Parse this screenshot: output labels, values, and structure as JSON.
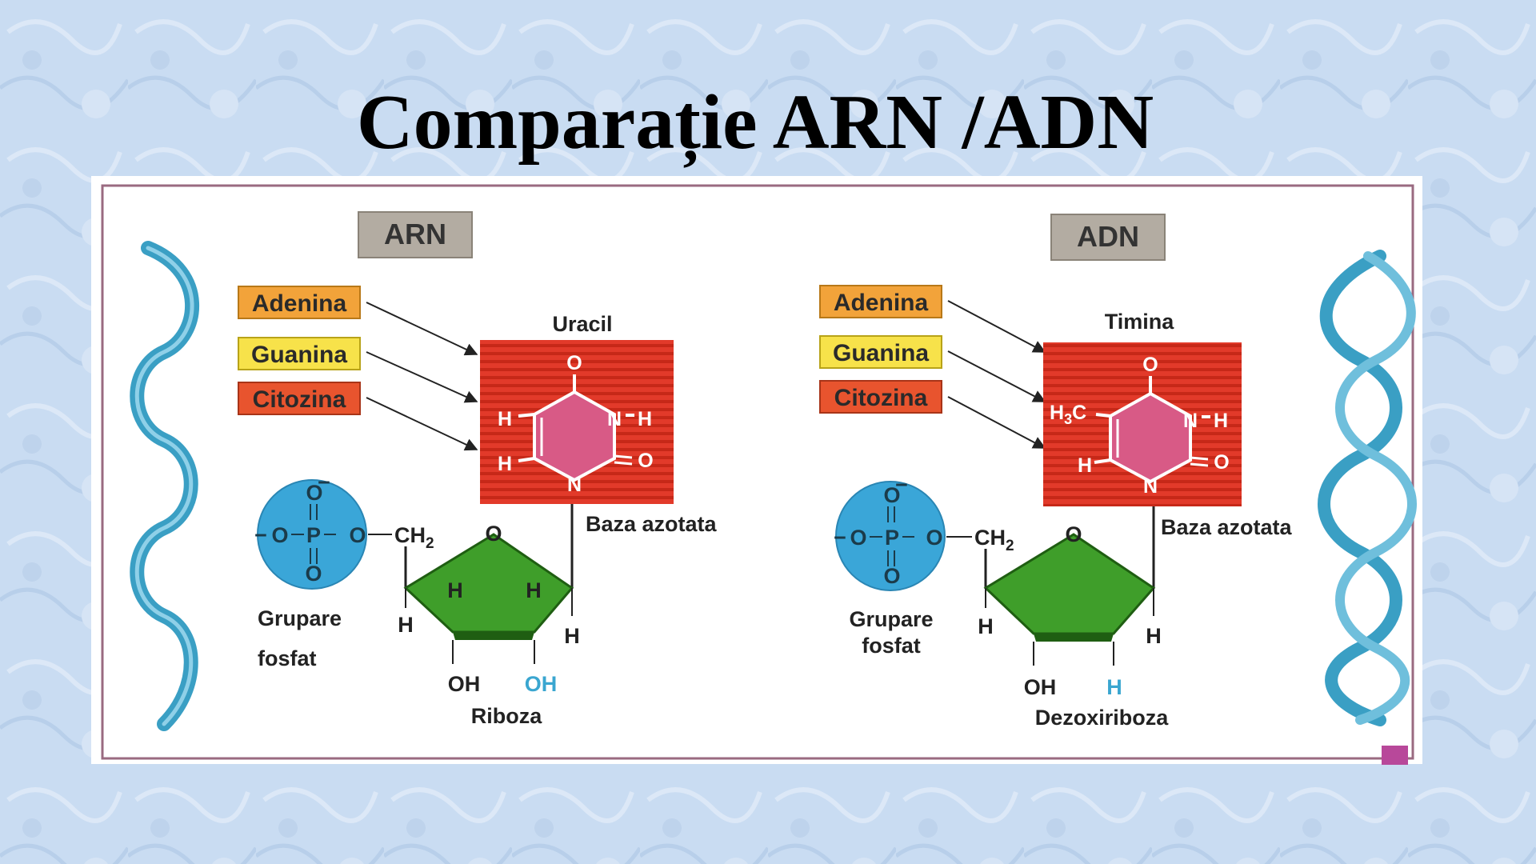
{
  "title": "Comparație ARN /ADN",
  "colors": {
    "background": "#c9dcf2",
    "panel": "#ffffff",
    "border": "#9a6a80",
    "header_box": "#b3aca2",
    "adenine": "#f2a33a",
    "guanine": "#f7e24a",
    "cytosine": "#e8542e",
    "base_box": "#e23a2a",
    "base_stripe": "#c62818",
    "ring": "#d85a86",
    "phosphate": "#3aa6d8",
    "sugar": "#3f9e2a",
    "helix": "#3a9fc4",
    "highlight": "#3aa6d0",
    "corner": "#b8489a"
  },
  "arn": {
    "header": "ARN",
    "bases": [
      "Adenina",
      "Guanina",
      "Citozina"
    ],
    "specific_base": "Uracil",
    "ring": {
      "o_top": "O",
      "h_upper": "H",
      "nh": "N",
      "nh_h": "H",
      "h_lower": "H",
      "n_bottom": "N",
      "o_right": "O"
    },
    "base_label": "Baza azotata",
    "phosphate": {
      "o_top": "O",
      "o_left": "O",
      "p": "P",
      "o_right": "O",
      "o_bottom": "O",
      "minus": "−"
    },
    "ch2": "CH",
    "ch2_sub": "2",
    "ring_o": "O",
    "sugar_h_left": "H",
    "sugar_h_right": "H",
    "h_left": "H",
    "h_right": "H",
    "oh_left": "OH",
    "oh_right": "OH",
    "sugar": "Riboza",
    "group_line1": "Grupare",
    "group_line2": "fosfat"
  },
  "adn": {
    "header": "ADN",
    "bases": [
      "Adenina",
      "Guanina",
      "Citozina"
    ],
    "specific_base": "Timina",
    "ring": {
      "o_top": "O",
      "h3c": "H",
      "h3c_sub": "3",
      "h3c_c": "C",
      "nh": "N",
      "nh_h": "H",
      "h_lower": "H",
      "n_bottom": "N",
      "o_right": "O"
    },
    "base_label": "Baza azotata",
    "phosphate": {
      "o_top": "O",
      "o_left": "O",
      "p": "P",
      "o_right": "O",
      "o_bottom": "O",
      "minus": "−"
    },
    "ch2": "CH",
    "ch2_sub": "2",
    "ring_o": "O",
    "h_left": "H",
    "h_right": "H",
    "oh_left": "OH",
    "h_bottom": "H",
    "sugar": "Dezoxiriboza",
    "group_line1": "Grupare",
    "group_line2": "fosfat"
  }
}
